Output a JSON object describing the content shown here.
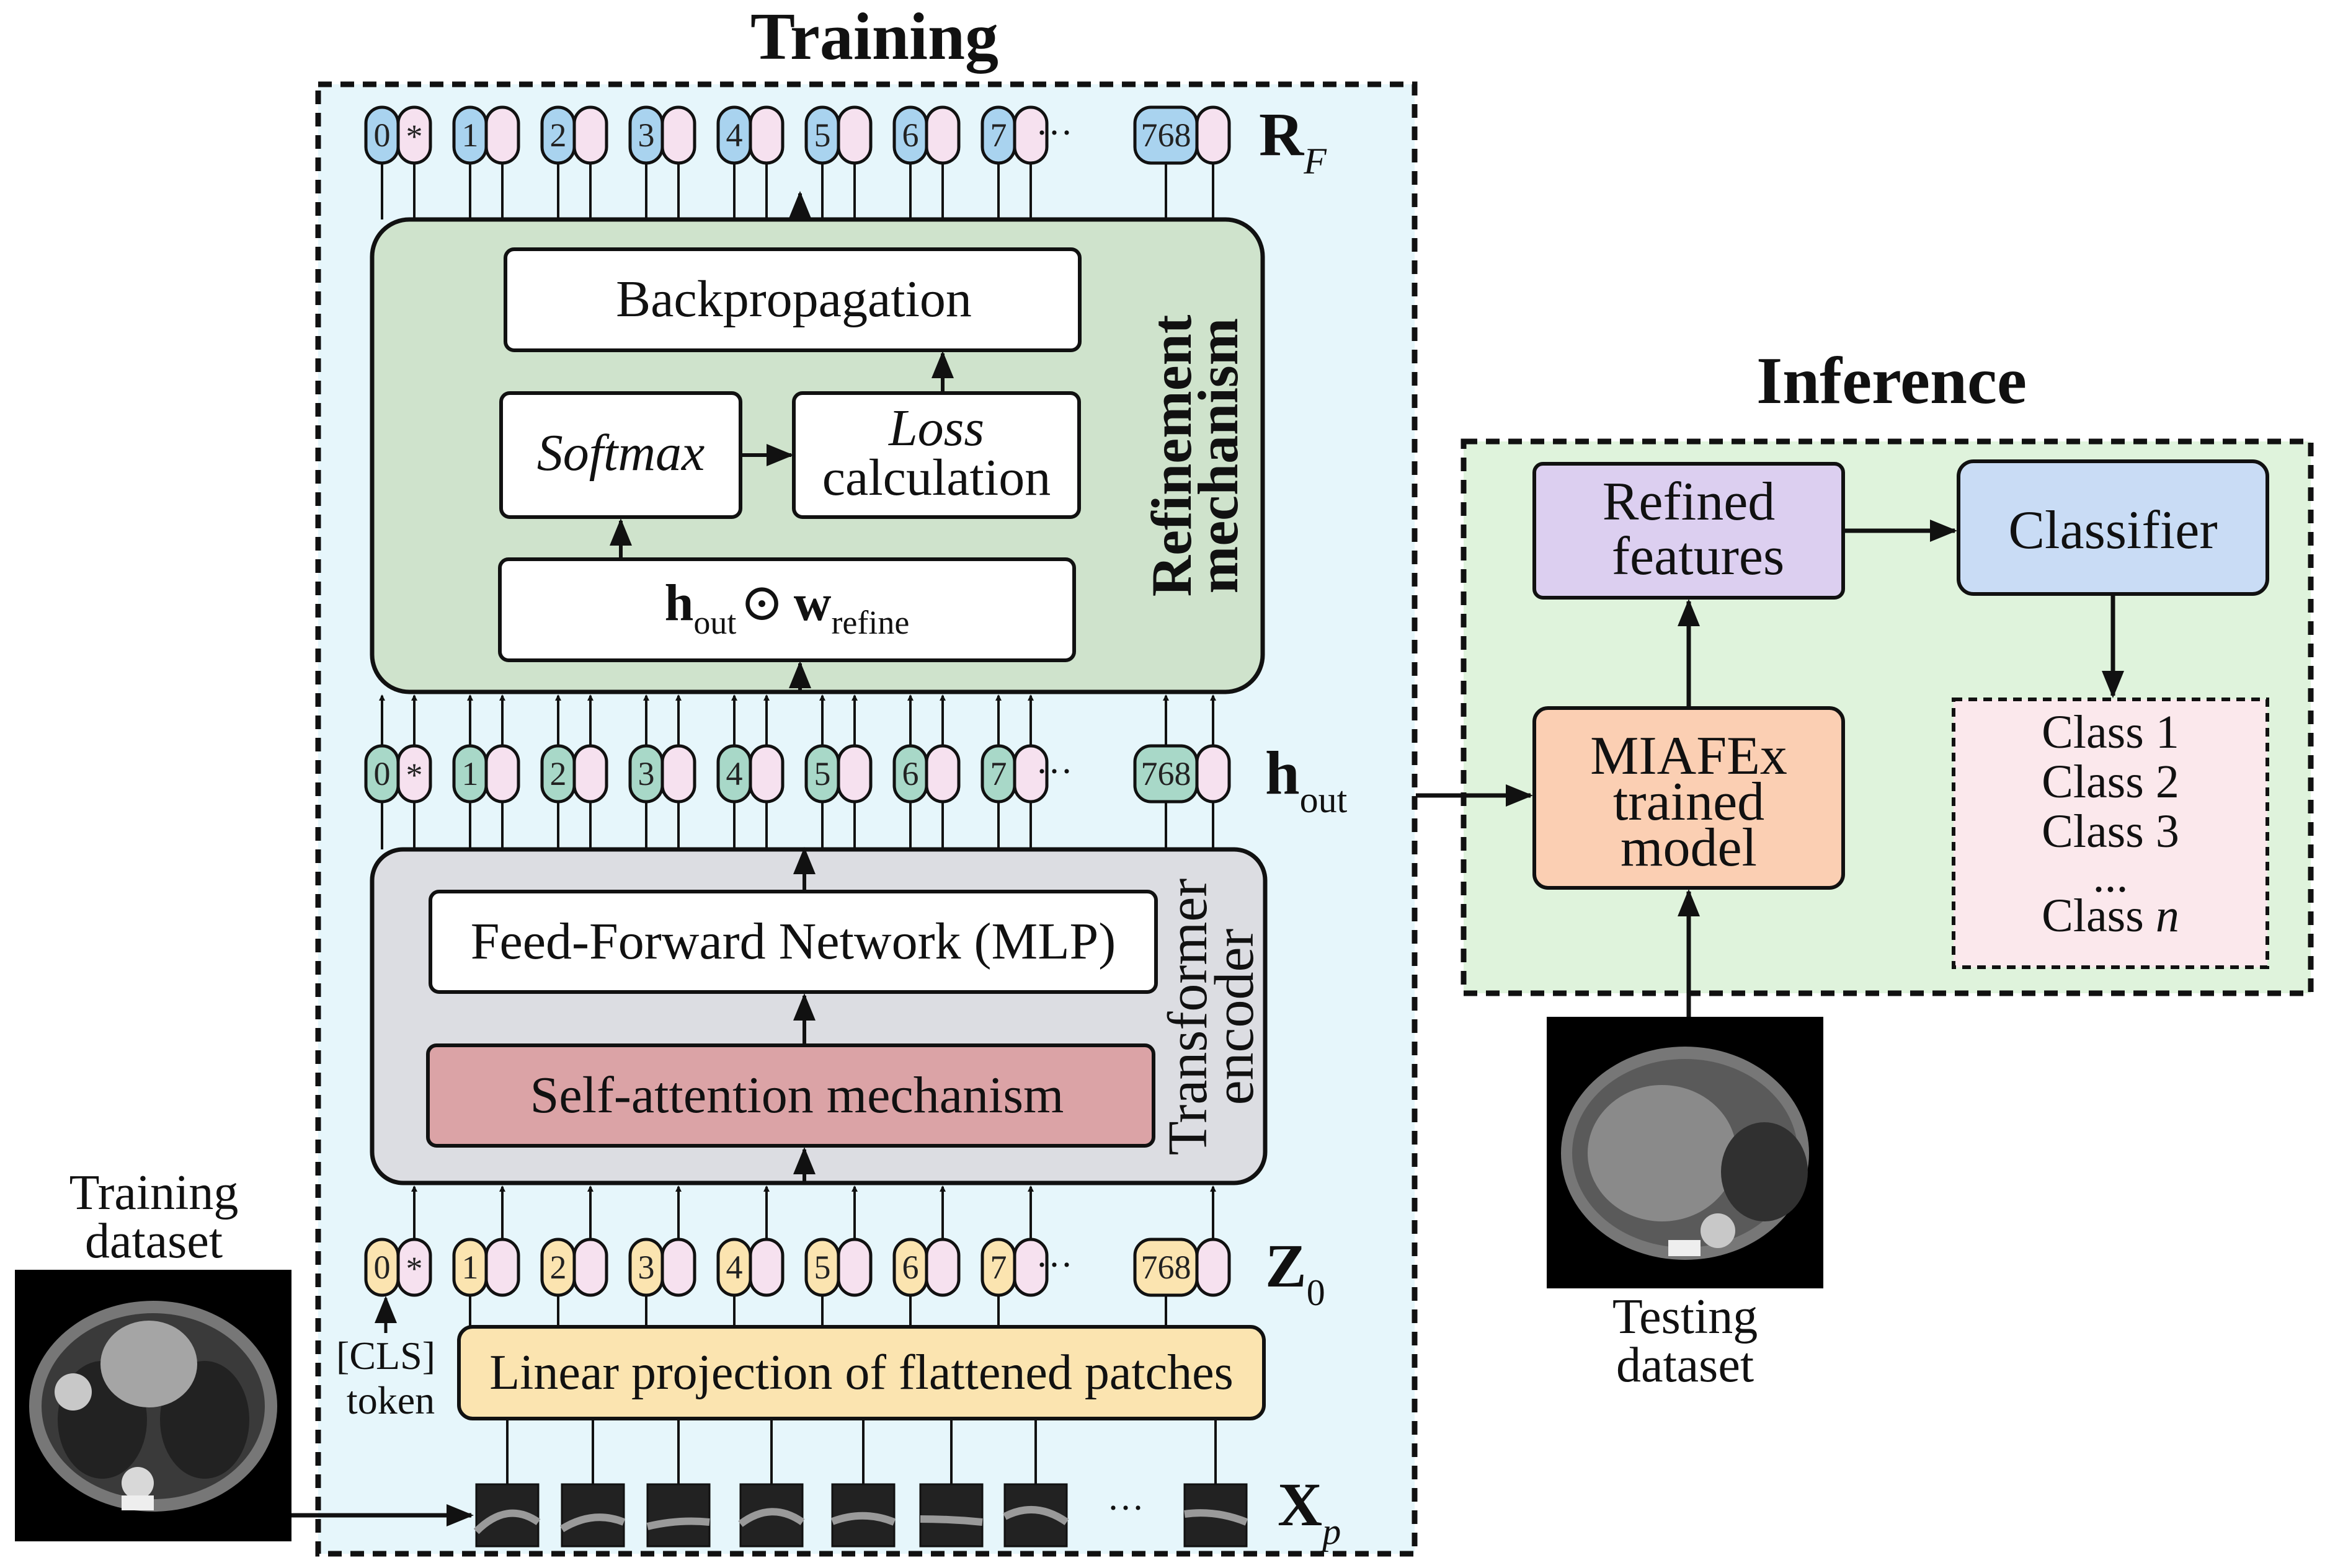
{
  "training": {
    "title": "Training",
    "tokens": [
      "0",
      "1",
      "2",
      "3",
      "4",
      "5",
      "6",
      "7",
      "768"
    ],
    "cls_mark": "*",
    "ellipsis": "···",
    "rf_label": {
      "main": "R",
      "sub": "F"
    },
    "hout_label": {
      "main": "h",
      "sub": "out"
    },
    "z0_label": {
      "main": "Z",
      "sub": "0"
    },
    "xp_label": {
      "main": "X",
      "sub": "p"
    },
    "refinement": {
      "side_label_1": "Refinement",
      "side_label_2": "mechanism",
      "backprop": "Backpropagation",
      "softmax": "Softmax",
      "loss_1": "Loss",
      "loss_2": "calculation",
      "hw_h": "h",
      "hw_h_sub": "out",
      "hw_op": "⊙",
      "hw_w": "w",
      "hw_w_sub": "refine"
    },
    "transformer": {
      "side_label_1": "Transformer",
      "side_label_2": "encoder",
      "ffn": "Feed-Forward Network (MLP)",
      "attention": "Self-attention mechanism"
    },
    "projection": "Linear projection of flattened patches",
    "cls_token_1": "[CLS]",
    "cls_token_2": "token",
    "dataset_1": "Training",
    "dataset_2": "dataset"
  },
  "inference": {
    "title": "Inference",
    "refined_1": "Refined",
    "refined_2": "features",
    "classifier": "Classifier",
    "model_1": "MIAFEx",
    "model_2": "trained",
    "model_3": "model",
    "classes": [
      "Class 1",
      "Class 2",
      "Class 3",
      "...",
      "Class n"
    ],
    "dataset_1": "Testing",
    "dataset_2": "dataset"
  },
  "colors": {
    "training_bg": "#e6f6fb",
    "inference_bg": "#dff3dc",
    "refinement_bg": "#cfe3cc",
    "transformer_bg": "#dcdde2",
    "attention": "#dba3a6",
    "projection": "#fbe4b0",
    "token_blue": "#a9d3ef",
    "token_green": "#a8d8c8",
    "token_yellow": "#fbe4b0",
    "token_pink": "#f6e1ef",
    "refined": "#dccff0",
    "classifier": "#c9dcf5",
    "model": "#fbcfb3",
    "classes_bg": "#fbe8ec"
  }
}
